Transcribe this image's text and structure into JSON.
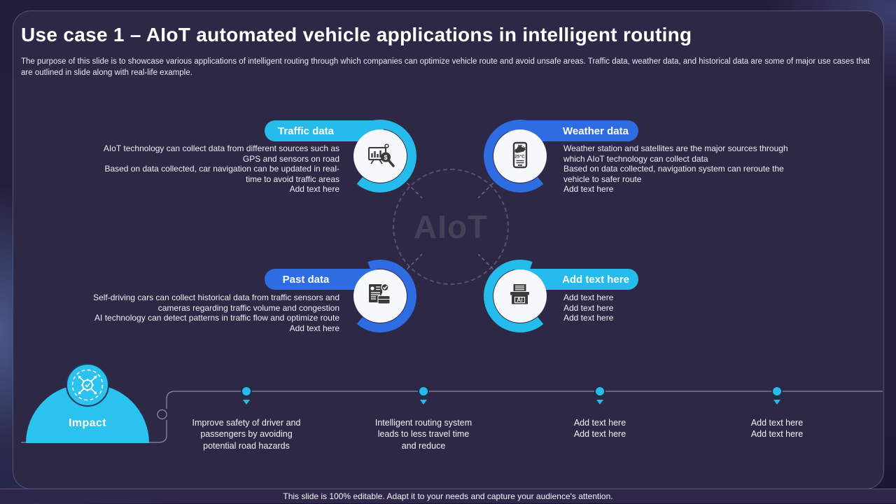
{
  "slide": {
    "title": "Use case 1 – AIoT automated vehicle applications in intelligent routing",
    "description": "The purpose of this slide is to showcase various applications of intelligent routing through which companies can optimize vehicle route and avoid unsafe areas. Traffic data, weather data, and historical data are some of major use cases that are outlined in slide along with real-life example.",
    "footer": "This slide is 100% editable. Adapt it to your needs and capture your audience's attention."
  },
  "colors": {
    "cyan_accent": "#25bceb",
    "blue_accent": "#2e6ce2",
    "slide_background": "#2c2845",
    "icon_dark": "#3b3b3b"
  },
  "center": {
    "label": "AIoT"
  },
  "quadrants": [
    {
      "label": "Traffic data",
      "icon": "analytics-search-icon",
      "icon_text": "$",
      "lines": [
        "AIoT technology can collect data from different sources such as",
        "GPS and sensors on road",
        "Based on data collected, car navigation can be updated in real-",
        "time to avoid traffic areas",
        "Add text here"
      ]
    },
    {
      "label": "Weather data",
      "icon": "weather-phone-icon",
      "icon_text": "25°C",
      "lines": [
        "Weather station and satellites are the major sources through",
        "which AIoT technology can collect data",
        "Based on data collected, navigation system can reroute the",
        "vehicle to safer route",
        "Add text here"
      ]
    },
    {
      "label": "Past data",
      "icon": "resume-check-briefcase-icon",
      "lines": [
        "Self-driving cars can collect historical data from traffic sensors and",
        "cameras regarding traffic volume and congestion",
        "AI technology can detect patterns in traffic flow and optimize route",
        "Add text here"
      ]
    },
    {
      "label": "Add text here",
      "icon": "ai-archive-icon",
      "icon_text": "Ai",
      "lines": [
        "Add text here",
        "Add text here",
        "Add text here"
      ]
    }
  ],
  "impact": {
    "label": "Impact",
    "icon": "gear-check-expand-icon"
  },
  "timeline": [
    {
      "lines": [
        "Improve safety of driver and",
        "passengers by avoiding",
        "potential road hazards"
      ]
    },
    {
      "lines": [
        "Intelligent routing system",
        "leads to less travel time",
        "and reduce"
      ]
    },
    {
      "lines": [
        "Add text here",
        "Add text here"
      ]
    },
    {
      "lines": [
        "Add text here",
        "Add text here"
      ]
    }
  ]
}
